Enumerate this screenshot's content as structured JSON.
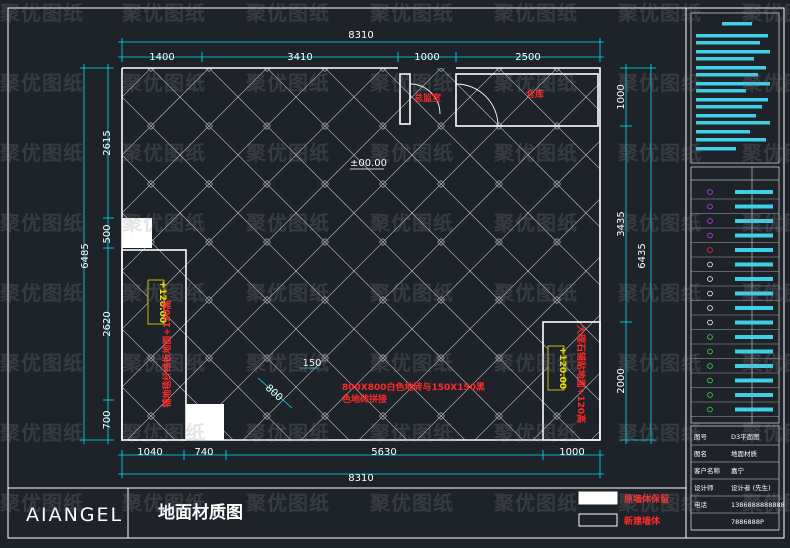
{
  "colors": {
    "background": "#1e2229",
    "dimension_line": "#00e5ff",
    "annotation_red": "#ff2a2a",
    "yellow": "#f0e000",
    "wall": "#ffffff",
    "panel_cyan": "#3fd0e8"
  },
  "drawing": {
    "dims_top": [
      "8310",
      "1400",
      "3410",
      "1000",
      "2500"
    ],
    "dims_bottom": [
      "1040",
      "740",
      "5630",
      "1000",
      "8310"
    ],
    "dims_left": [
      "6485",
      "2615",
      "500",
      "2620",
      "700"
    ],
    "dims_right_inner": [
      "1000",
      "3435",
      "2000"
    ],
    "dim_right_outer": "6435",
    "dim_tile": "800",
    "dim_strip": "150",
    "room_office": "总监室",
    "room_storage": "仓库",
    "level_center": "±00.00",
    "level_left": "+120.00",
    "level_right": "+120.00",
    "note_left": "铺地毯纤维板地面+120高",
    "note_right": "大理石铺贴地面+120高",
    "note_center_line1": "800X800白色地砖与150X150黑",
    "note_center_line2": "色地砖拼接"
  },
  "footer": {
    "brand": "AIANGEL",
    "drawing_title": "地面材质图",
    "legend": [
      {
        "label": "原墙体保留",
        "fill": "#ffffff"
      },
      {
        "label": "新建墙体",
        "fill": "none"
      }
    ]
  },
  "side_panel": {
    "fields": [
      {
        "label": "图号",
        "value": "D3平面图"
      },
      {
        "label": "图名",
        "value": "地面材质"
      },
      {
        "label": "客户名称",
        "value": "嘉宁"
      },
      {
        "label": "设计师",
        "value": "设计者 (先生)"
      },
      {
        "label": "电话",
        "value": "1386888888888"
      },
      {
        "label": "",
        "value": "7886888P"
      }
    ]
  },
  "watermark": "聚优图纸"
}
